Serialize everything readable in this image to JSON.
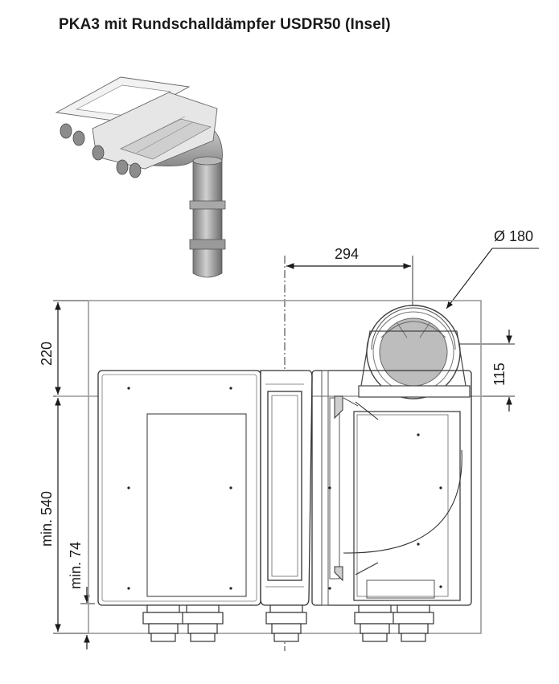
{
  "title": "PKA3 mit Rundschalldämpfer USDR50 (Insel)",
  "dimensions": {
    "width_294": "294",
    "diameter_180": "Ø 180",
    "height_220": "220",
    "height_115": "115",
    "min_540": "min. 540",
    "min_74": "min. 74"
  }
}
